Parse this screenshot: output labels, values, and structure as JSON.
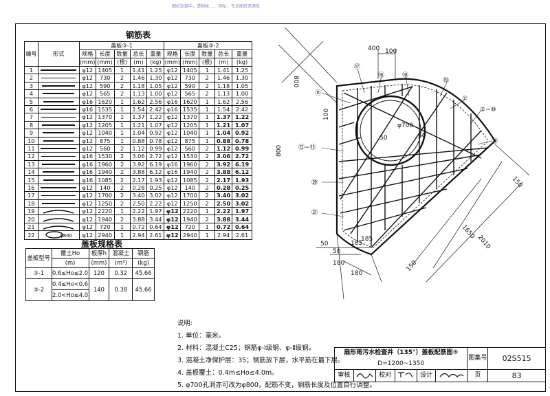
{
  "watermark": "图纸加载中，请稍候……  网址：专业图纸资源库",
  "rebar_table": {
    "title": "钢筋表",
    "col_no": "编号",
    "col_shape": "形式",
    "group1": "盖板③-1",
    "group2": "盖板③-2",
    "h_spec": "规格",
    "h_spec_u": "(mm)",
    "h_len": "长度",
    "h_len_u": "(mm)",
    "h_qty": "数量",
    "h_qty_u": "(根)",
    "h_tlen": "总长",
    "h_tlen_u": "(m)",
    "h_wt": "重量",
    "h_wt_u": "(kg)",
    "rows": [
      {
        "no": "1",
        "a": [
          "φ12",
          "1405",
          "1",
          "1.41",
          "1.25"
        ],
        "b": [
          "φ12",
          "1405",
          "1",
          "1.41",
          "1.25"
        ]
      },
      {
        "no": "2",
        "a": [
          "φ12",
          "730",
          "2",
          "1.46",
          "1.30"
        ],
        "b": [
          "φ12",
          "730",
          "2",
          "1.46",
          "1.30"
        ]
      },
      {
        "no": "3",
        "a": [
          "φ12",
          "590",
          "2",
          "1.18",
          "1.05"
        ],
        "b": [
          "φ12",
          "590",
          "2",
          "1.18",
          "1.05"
        ]
      },
      {
        "no": "4",
        "a": [
          "φ12",
          "565",
          "2",
          "1.13",
          "1.00"
        ],
        "b": [
          "φ12",
          "565",
          "2",
          "1.13",
          "1.00"
        ]
      },
      {
        "no": "5",
        "a": [
          "φ16",
          "1620",
          "1",
          "1.62",
          "2.56"
        ],
        "b": [
          "φ16",
          "1620",
          "1",
          "1.62",
          "2.56"
        ]
      },
      {
        "no": "6",
        "a": [
          "φ16",
          "1535",
          "1",
          "1.54",
          "2.42"
        ],
        "b": [
          "φ16",
          "1535",
          "1",
          "1.54",
          "2.42"
        ]
      },
      {
        "no": "7",
        "a": [
          "φ12",
          "1370",
          "1",
          "1.37",
          "1.22"
        ],
        "b": [
          "φ12",
          "1370",
          "1",
          "1.37",
          "1.22"
        ]
      },
      {
        "no": "8",
        "a": [
          "φ12",
          "1205",
          "1",
          "1.21",
          "1.07"
        ],
        "b": [
          "φ12",
          "1205",
          "1",
          "1.21",
          "1.07"
        ]
      },
      {
        "no": "9",
        "a": [
          "φ12",
          "1040",
          "1",
          "1.04",
          "0.92"
        ],
        "b": [
          "φ12",
          "1040",
          "1",
          "1.04",
          "0.92"
        ]
      },
      {
        "no": "10",
        "a": [
          "φ12",
          "875",
          "1",
          "0.88",
          "0.78"
        ],
        "b": [
          "φ12",
          "875",
          "1",
          "0.88",
          "0.78"
        ]
      },
      {
        "no": "11",
        "a": [
          "φ12",
          "560",
          "2",
          "1.12",
          "0.99"
        ],
        "b": [
          "φ12",
          "560",
          "2",
          "1.12",
          "0.99"
        ]
      },
      {
        "no": "12",
        "a": [
          "φ16",
          "1530",
          "2",
          "3.06",
          "2.72"
        ],
        "b": [
          "φ12",
          "1530",
          "2",
          "3.06",
          "2.72"
        ]
      },
      {
        "no": "13",
        "a": [
          "φ16",
          "1960",
          "2",
          "3.92",
          "6.19"
        ],
        "b": [
          "φ16",
          "1960",
          "2",
          "3.92",
          "6.19"
        ]
      },
      {
        "no": "14",
        "a": [
          "φ16",
          "1940",
          "2",
          "3.88",
          "6.12"
        ],
        "b": [
          "φ16",
          "1940",
          "2",
          "3.88",
          "6.12"
        ]
      },
      {
        "no": "15",
        "a": [
          "φ16",
          "1085",
          "2",
          "2.17",
          "1.93"
        ],
        "b": [
          "φ12",
          "1085",
          "2",
          "2.17",
          "1.93"
        ]
      },
      {
        "no": "16",
        "a": [
          "φ12",
          "140",
          "2",
          "0.28",
          "0.25"
        ],
        "b": [
          "φ12",
          "140",
          "2",
          "0.28",
          "0.25"
        ]
      },
      {
        "no": "17",
        "a": [
          "φ12",
          "1700",
          "2",
          "3.40",
          "3.02"
        ],
        "b": [
          "φ12",
          "1700",
          "2",
          "3.40",
          "3.02"
        ]
      },
      {
        "no": "18",
        "a": [
          "φ12",
          "1250",
          "2",
          "2.50",
          "2.22"
        ],
        "b": [
          "φ12",
          "1250",
          "2",
          "2.50",
          "3.02"
        ]
      },
      {
        "no": "19",
        "a": [
          "φ12",
          "2220",
          "1",
          "2.22",
          "1.97"
        ],
        "b": [
          "φ12",
          "2220",
          "1",
          "2.22",
          "1.97"
        ]
      },
      {
        "no": "20",
        "a": [
          "φ12",
          "1940",
          "2",
          "3.88",
          "3.44"
        ],
        "b": [
          "φ12",
          "1940",
          "2",
          "3.88",
          "3.44"
        ]
      },
      {
        "no": "21",
        "a": [
          "φ12",
          "720",
          "1",
          "0.72",
          "0.64"
        ],
        "b": [
          "φ12",
          "720",
          "1",
          "0.72",
          "0.64"
        ]
      },
      {
        "no": "22",
        "a": [
          "φ12",
          "2940",
          "1",
          "2.94",
          "2.61"
        ],
        "b": [
          "φ12",
          "2940",
          "1",
          "2.94",
          "2.61"
        ]
      }
    ],
    "row22_shape_dim": "φ800"
  },
  "spec_table": {
    "title": "盖板规格表",
    "h_type": "盖板型号",
    "h_cover": "覆土Ho",
    "h_cover_u": "(m)",
    "h_thick": "板厚h",
    "h_thick_u": "(mm)",
    "h_conc": "混凝土",
    "h_conc_u": "(m³)",
    "h_steel": "钢筋",
    "h_steel_u": "(kg)",
    "rows": [
      {
        "type": "③-1",
        "cover1": "0.6≤Ho≤2.0",
        "cover2": "",
        "thick": "120",
        "conc": "0.32",
        "steel": "45.66"
      },
      {
        "type": "③-2",
        "cover1": "0.4≤Ho<0.6",
        "cover2": "2.0<Ho≤4.0",
        "thick": "140",
        "conc": "0.38",
        "steel": "45.66"
      }
    ]
  },
  "notes": {
    "title": "说明:",
    "items": [
      "1. 单位：毫米。",
      "2. 材料：混凝土C25；钢筋φ-Ⅰ级钢、φ-Ⅱ级钢。",
      "3. 混凝土净保护层：35；钢筋放下层，水平筋在最下层。",
      "4. 盖板覆土：0.4m≤Ho≤4.0m。",
      "5. φ700孔洞亦可改为φ800，配筋不变，钢筋长度及位置自行调整。"
    ]
  },
  "drawing": {
    "dims": [
      "400",
      "100",
      "800",
      "100",
      "800",
      "50",
      "φ700",
      "50",
      "1650",
      "2010",
      "150",
      "50",
      "50",
      "185",
      "185",
      "180",
      "180",
      "150"
    ],
    "labels": [
      "⑪",
      "⑰",
      "⑯",
      "⑱",
      "⑲",
      "①",
      "②~⑩",
      "⑫~⑮",
      "⑳",
      "㉑",
      "㉒"
    ]
  },
  "title_block": {
    "drawing_name": "扇形雨污水检查井（135°）盖板配筋图③",
    "drawing_sub": "D=1200~1350",
    "atlas_label": "图集号",
    "atlas_no": "02S515",
    "review": "审核",
    "check": "校对",
    "design": "设计",
    "page_label": "页",
    "page_no": "83"
  }
}
